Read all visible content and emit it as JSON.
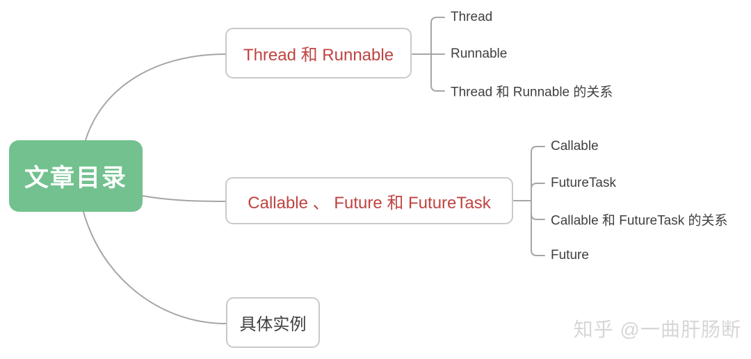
{
  "mindmap": {
    "root": {
      "label": "文章目录"
    },
    "branches": [
      {
        "label": "Thread 和 Runnable",
        "children": [
          "Thread",
          "Runnable",
          "Thread 和 Runnable 的关系"
        ]
      },
      {
        "label": "Callable 、 Future 和 FutureTask",
        "children": [
          "Callable",
          "FutureTask",
          "Callable 和 FutureTask 的关系",
          "Future"
        ]
      },
      {
        "label": "具体实例",
        "children": []
      }
    ],
    "colors": {
      "root_bg": "#72c18f",
      "root_text": "#ffffff",
      "branch_highlight_text": "#bf4340",
      "branch_plain_text": "#3f3f3f",
      "node_border": "#c9c9c9",
      "connector": "#a5a5a5",
      "leaf_text": "#3f3f3f"
    }
  },
  "watermark": {
    "text": "知乎 @一曲肝肠断"
  }
}
